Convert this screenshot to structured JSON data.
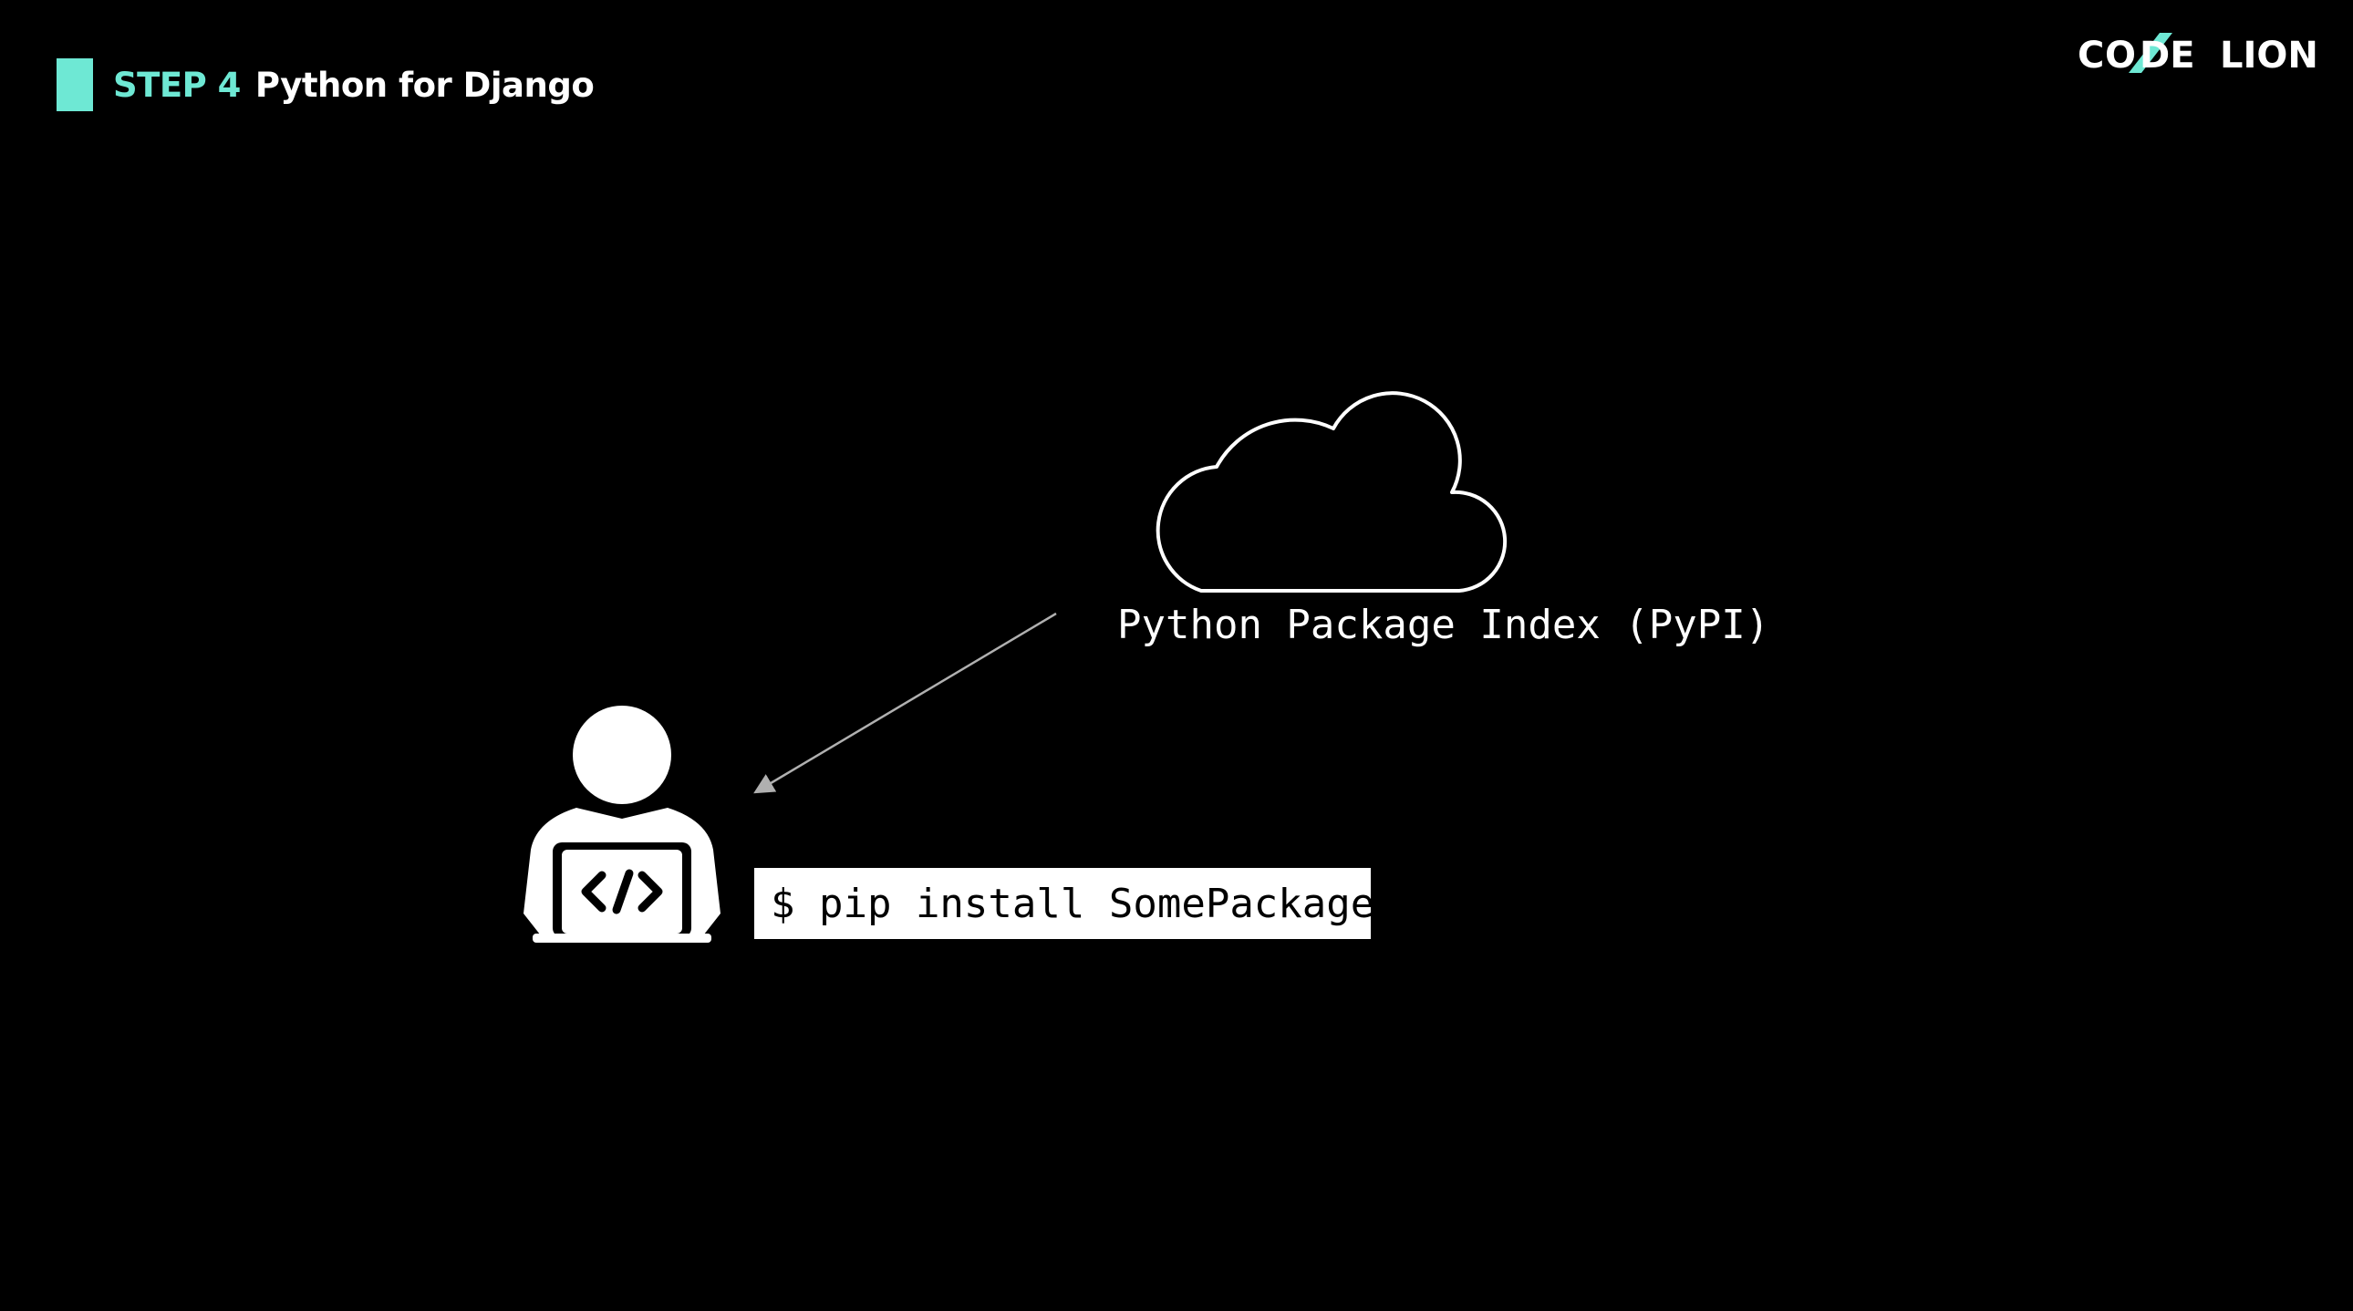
{
  "header": {
    "step_label": "STEP 4",
    "title": "Python for Django"
  },
  "logo": {
    "text_left": "C",
    "text_o": "O",
    "text_de": "DE",
    "text_right": "LION"
  },
  "diagram": {
    "cloud_label": "Python Package Index (PyPI)",
    "command": "$ pip install SomePackage",
    "icons": {
      "cloud": "cloud-icon",
      "developer": "developer-laptop-icon",
      "code_symbol": "code-brackets-icon"
    }
  },
  "colors": {
    "accent": "#6ee8d4",
    "background": "#000000",
    "foreground": "#ffffff"
  }
}
